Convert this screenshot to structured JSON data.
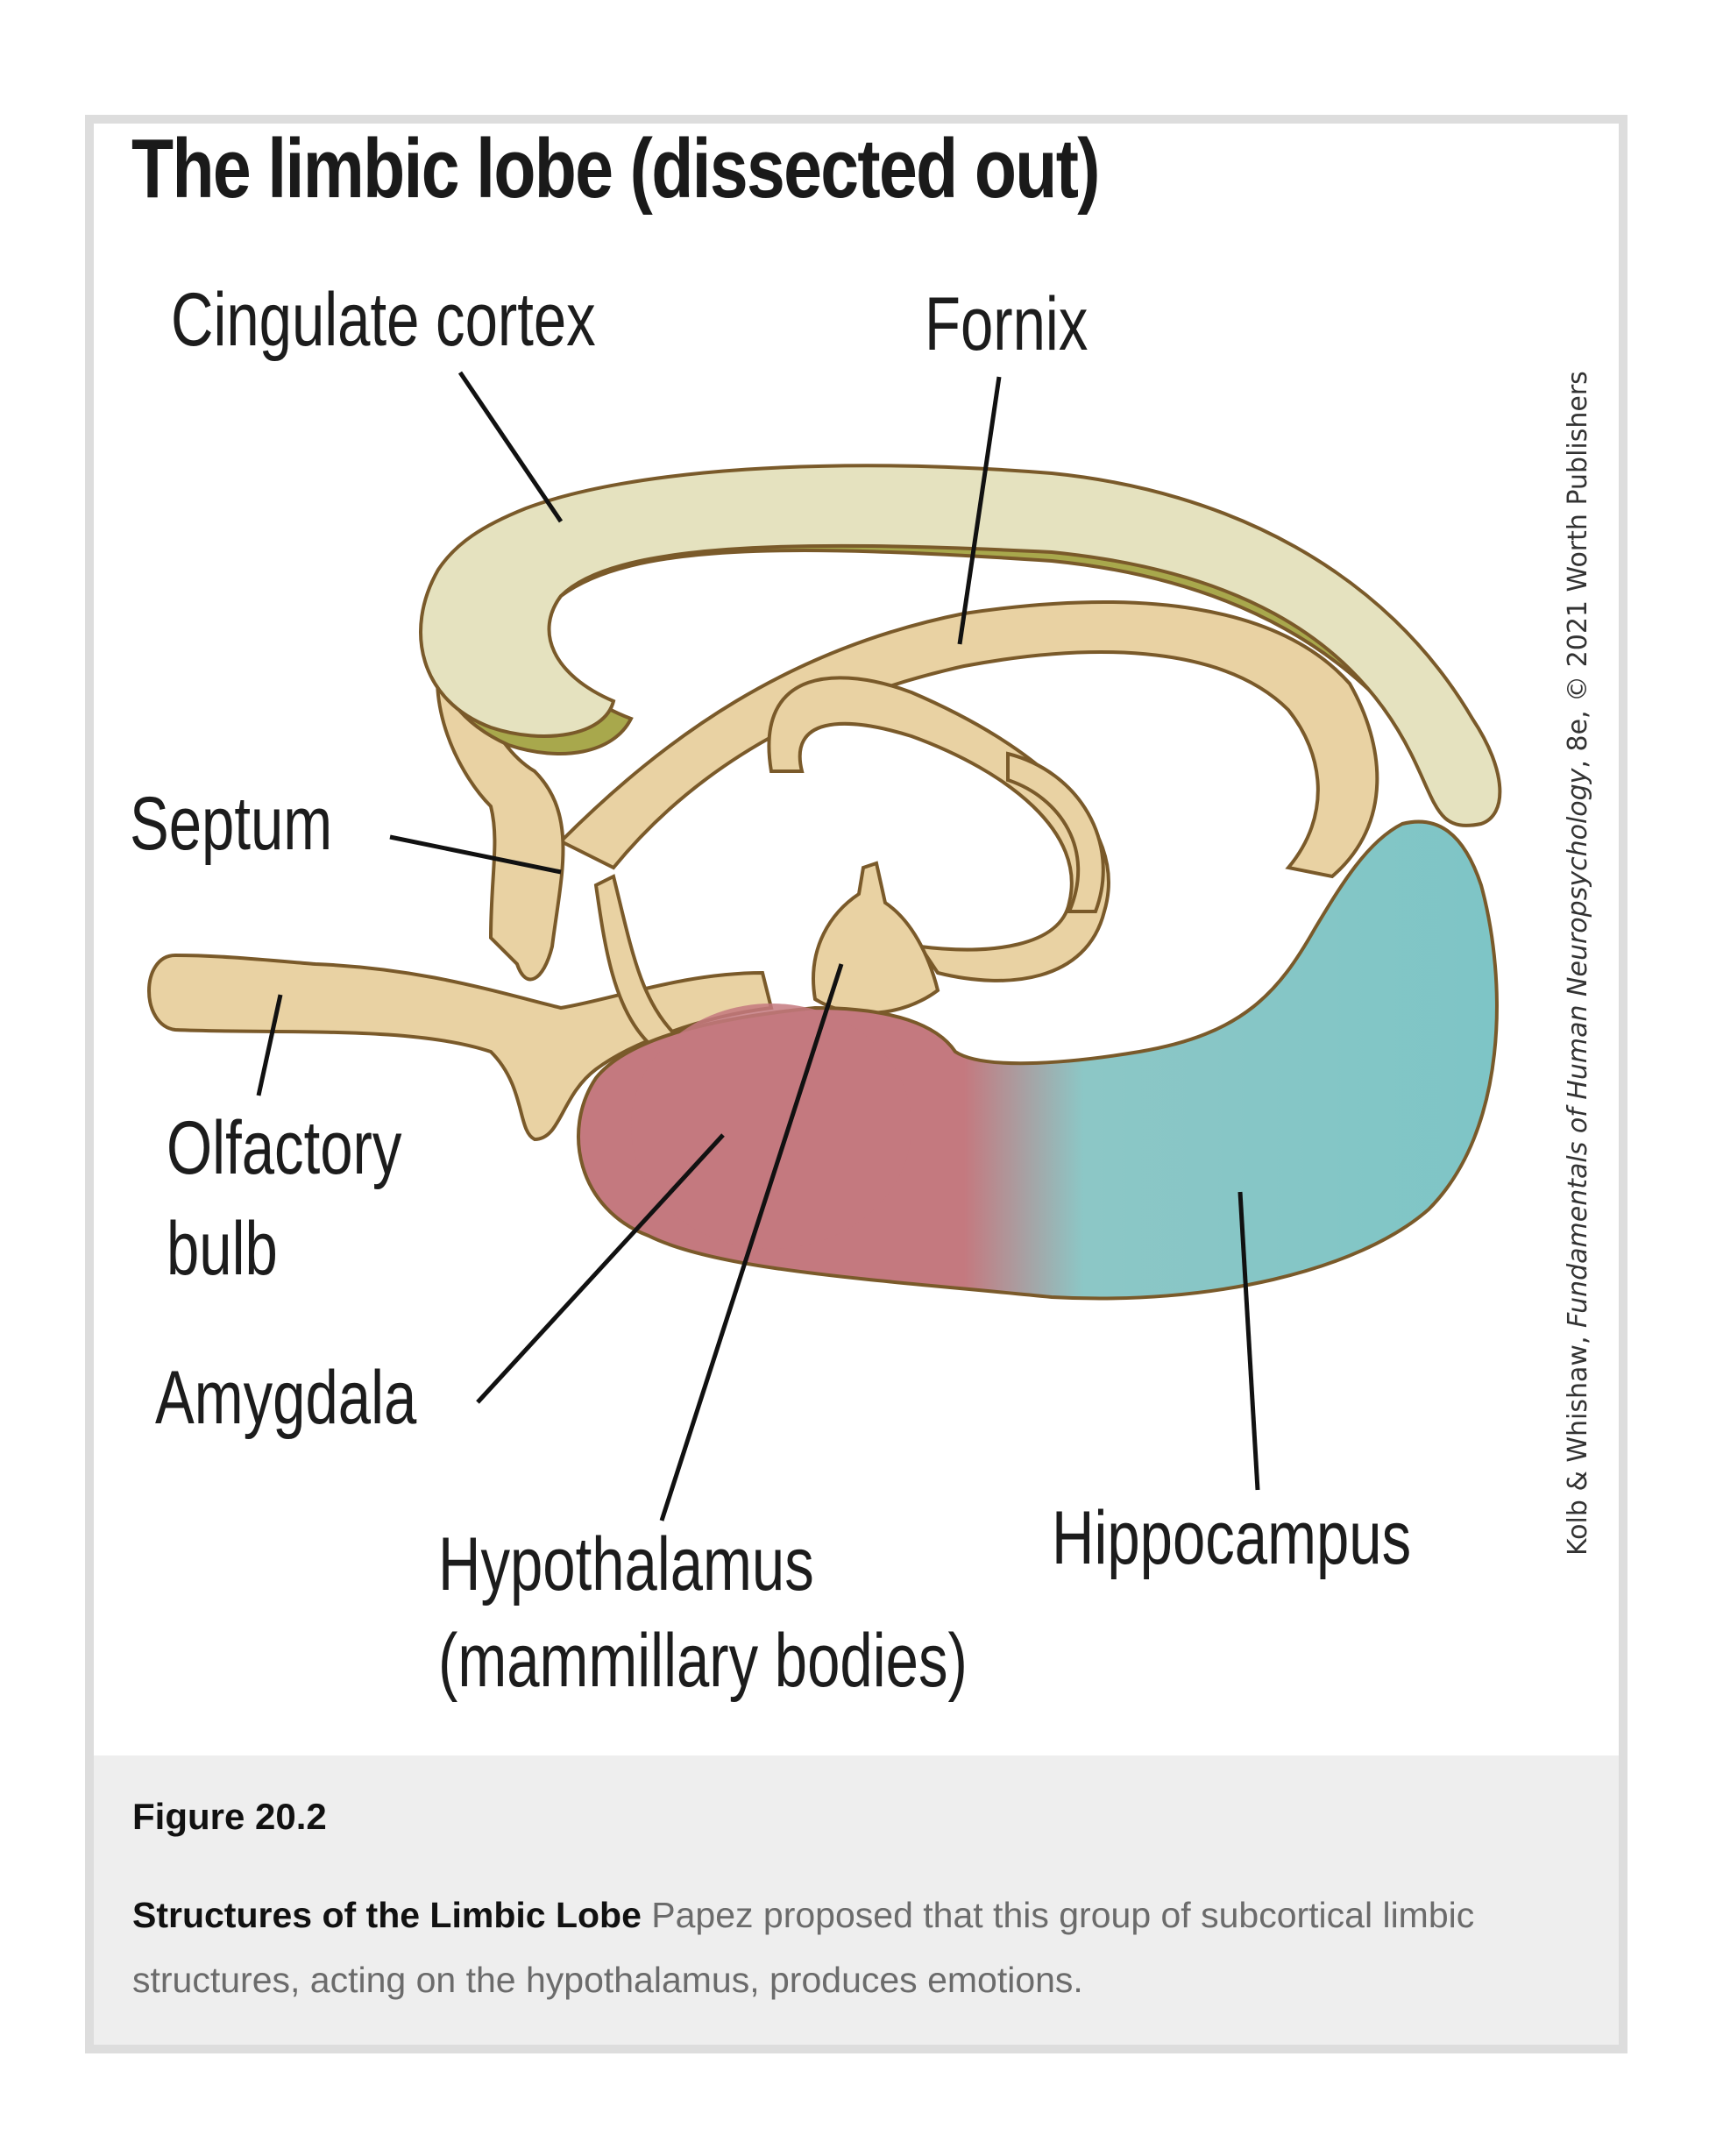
{
  "figure": {
    "title": "The limbic lobe (dissected out)",
    "credit": {
      "authors": "Kolb & Whishaw, ",
      "book": "Fundamentals of Human Neuropsychology",
      "edition_copyright": ", 8e, © 2021 Worth Publishers"
    },
    "labels": {
      "cingulate": "Cingulate cortex",
      "fornix": "Fornix",
      "septum": "Septum",
      "olfactory_line1": "Olfactory",
      "olfactory_line2": "bulb",
      "amygdala": "Amygdala",
      "hypothalamus_line1": "Hypothalamus",
      "hypothalamus_line2": "(mammillary bodies)",
      "hippocampus": "Hippocampus"
    },
    "colors": {
      "cingulate_top": "#e5e2bf",
      "cingulate_under": "#a8a84c",
      "tan_tract": "#e9d2a3",
      "outline": "#7a5a2a",
      "amygdala": "#c4797f",
      "hippocampus": "#7ec5c6"
    }
  },
  "caption": {
    "figure_number": "Figure 20.2",
    "heading": "Structures of the Limbic Lobe",
    "body": " Papez proposed that this group of subcortical limbic structures, acting on the hypothalamus, produces emotions."
  }
}
